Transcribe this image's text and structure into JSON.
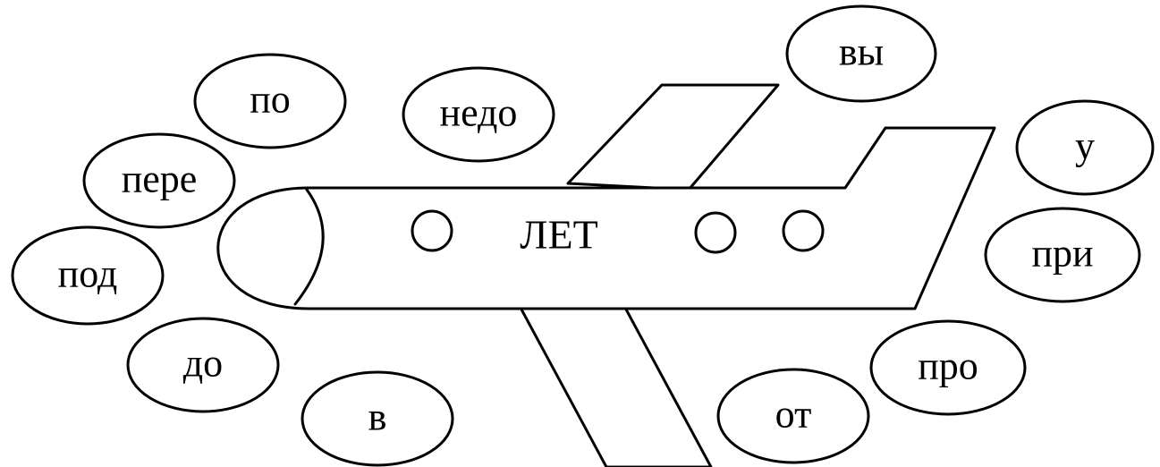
{
  "root": "ЛЕТ",
  "prefixes": [
    "вы",
    "недо",
    "по",
    "пере",
    "под",
    "до",
    "в",
    "у",
    "при",
    "про",
    "от"
  ]
}
